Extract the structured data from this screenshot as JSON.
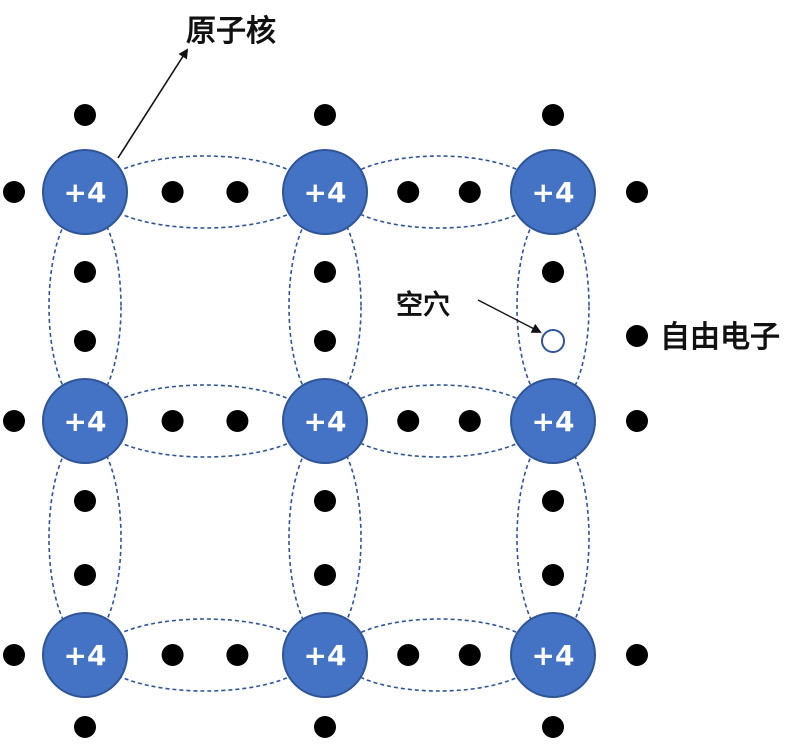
{
  "labels": {
    "nucleus": "原子核",
    "hole": "空穴",
    "free_electron": "自由电子"
  },
  "atoms": {
    "charge_label": "+4",
    "rows": 3,
    "cols": 3
  },
  "colors": {
    "atom_fill": "#4472c4",
    "atom_stroke": "#2f5597",
    "atom_text": "#ffffff",
    "electron": "#000000",
    "bond_outline": "#2f5597",
    "hole_stroke": "#2f5597",
    "arrow": "#111111"
  }
}
